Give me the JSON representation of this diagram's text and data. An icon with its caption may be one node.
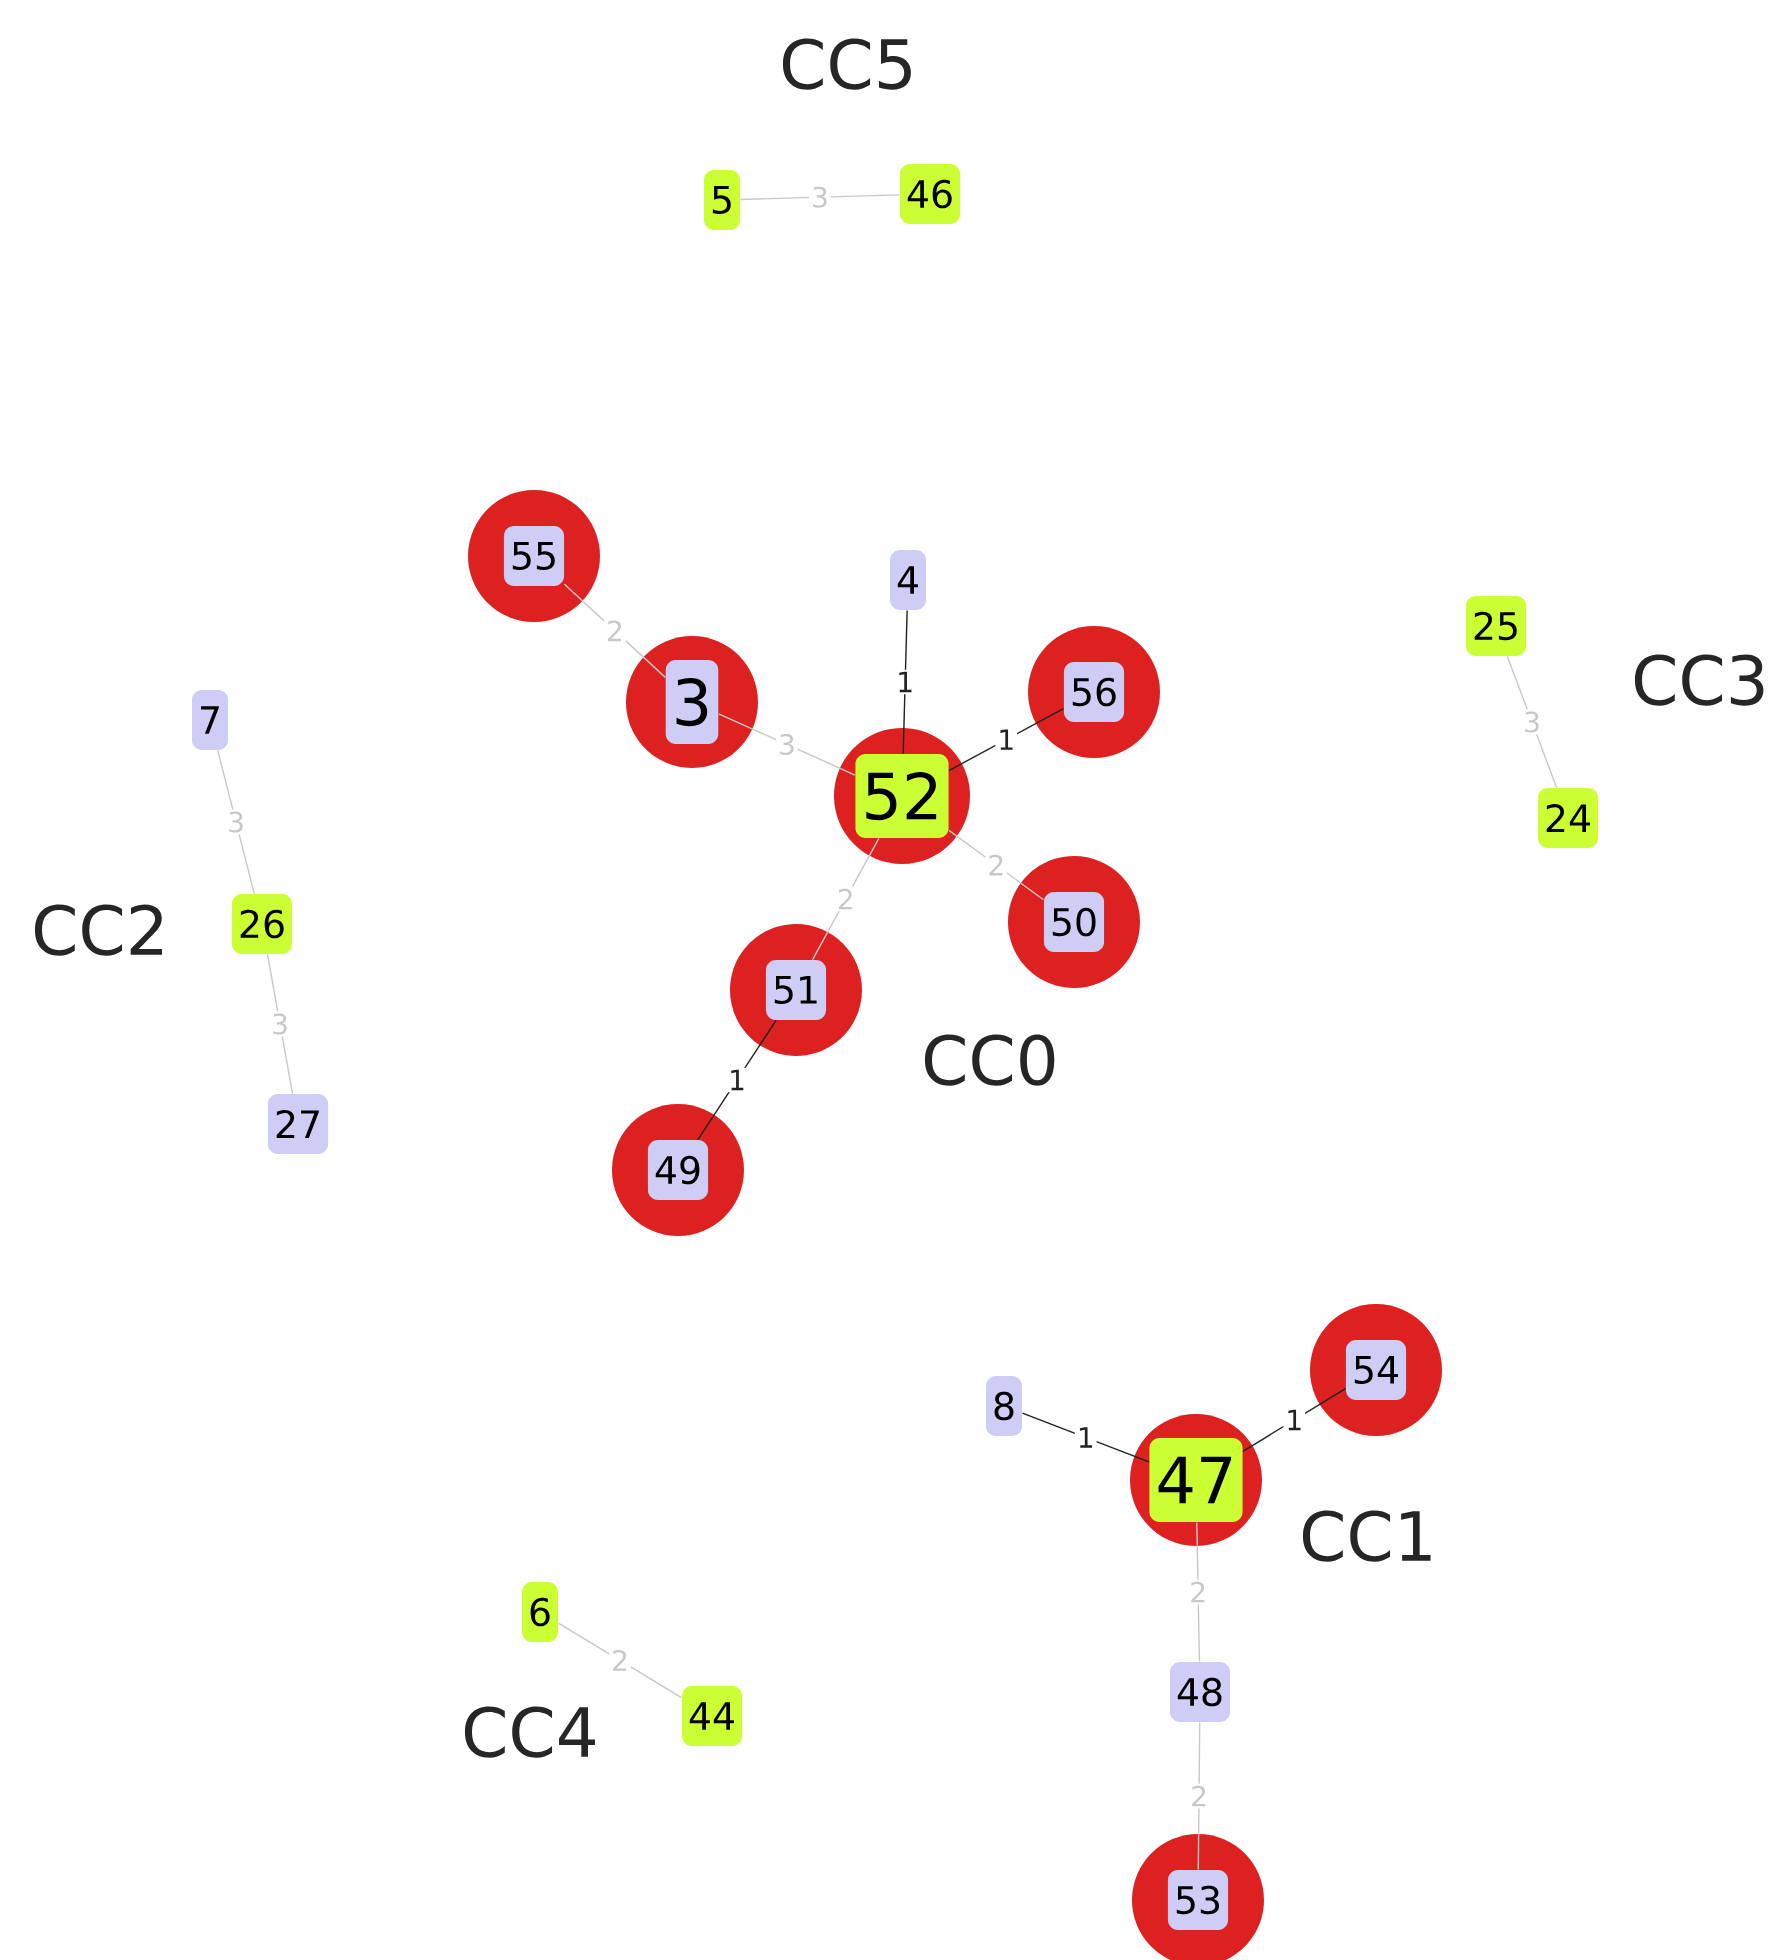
{
  "diagram": {
    "nodes": [
      {
        "text": [
          "5"
        ]
      },
      {
        "text": [
          "46"
        ]
      },
      {
        "text": [],
        "shape": "circle"
      },
      {
        "text": [
          "55"
        ],
        "in": 2
      },
      {
        "text": [
          "4"
        ]
      },
      {
        "text": [],
        "shape": "circle"
      },
      {
        "text": [
          "3"
        ],
        "in": 5
      },
      {
        "text": [
          "25"
        ]
      },
      {
        "text": [],
        "shape": "circle"
      },
      {
        "text": [
          "56"
        ],
        "in": 8
      },
      {
        "text": [
          "7"
        ]
      },
      {
        "text": [],
        "shape": "circle"
      },
      {
        "text": [
          "52"
        ],
        "in": 11
      },
      {
        "text": [
          "24"
        ]
      },
      {
        "text": [
          "26"
        ]
      },
      {
        "text": [],
        "shape": "circle"
      },
      {
        "text": [
          "50"
        ],
        "in": 15
      },
      {
        "text": [],
        "shape": "circle"
      },
      {
        "text": [
          "51"
        ],
        "in": 17
      },
      {
        "text": [
          "27"
        ]
      },
      {
        "text": [],
        "shape": "circle"
      },
      {
        "text": [
          "49"
        ],
        "in": 20
      },
      {
        "text": [],
        "shape": "circle"
      },
      {
        "text": [
          "54"
        ],
        "in": 22
      },
      {
        "text": [
          "8"
        ]
      },
      {
        "text": [],
        "shape": "circle"
      },
      {
        "text": [
          "47"
        ],
        "in": 25
      },
      {
        "text": [
          "6"
        ]
      },
      {
        "text": [
          "48"
        ]
      },
      {
        "text": [
          "44"
        ]
      },
      {
        "text": [],
        "shape": "circle"
      },
      {
        "text": [
          "53"
        ],
        "in": 30
      }
    ],
    "edges": [
      {
        "from": 0,
        "to": 1,
        "arrow": "none",
        "label": "3"
      },
      {
        "from": 3,
        "to": 6,
        "arrow": "none",
        "label": "2"
      },
      {
        "from": 6,
        "to": 12,
        "arrow": "none",
        "label": "3"
      },
      {
        "from": 4,
        "to": 12,
        "arrow": "none",
        "label": "1",
        "color": "#222222"
      },
      {
        "from": 9,
        "to": 12,
        "arrow": "none",
        "label": "1",
        "color": "#222222"
      },
      {
        "from": 12,
        "to": 16,
        "arrow": "none",
        "label": "2"
      },
      {
        "from": 12,
        "to": 18,
        "arrow": "none",
        "label": "2"
      },
      {
        "from": 18,
        "to": 21,
        "arrow": "none",
        "label": "1",
        "color": "#222222"
      },
      {
        "from": 7,
        "to": 13,
        "arrow": "none",
        "label": "3"
      },
      {
        "from": 10,
        "to": 14,
        "arrow": "none",
        "label": "3"
      },
      {
        "from": 14,
        "to": 19,
        "arrow": "none",
        "label": "3"
      },
      {
        "from": 24,
        "to": 26,
        "arrow": "none",
        "label": "1",
        "color": "#222222"
      },
      {
        "from": 23,
        "to": 26,
        "arrow": "none",
        "label": "1",
        "color": "#222222"
      },
      {
        "from": 26,
        "to": 28,
        "arrow": "none",
        "label": "2"
      },
      {
        "from": 28,
        "to": 31,
        "arrow": "none",
        "label": "2"
      },
      {
        "from": 27,
        "to": 29,
        "arrow": "none",
        "label": "2"
      }
    ],
    "labels": [
      "CC5",
      "CC3",
      "CC2",
      "CC0",
      "CC1",
      "CC4"
    ]
  }
}
